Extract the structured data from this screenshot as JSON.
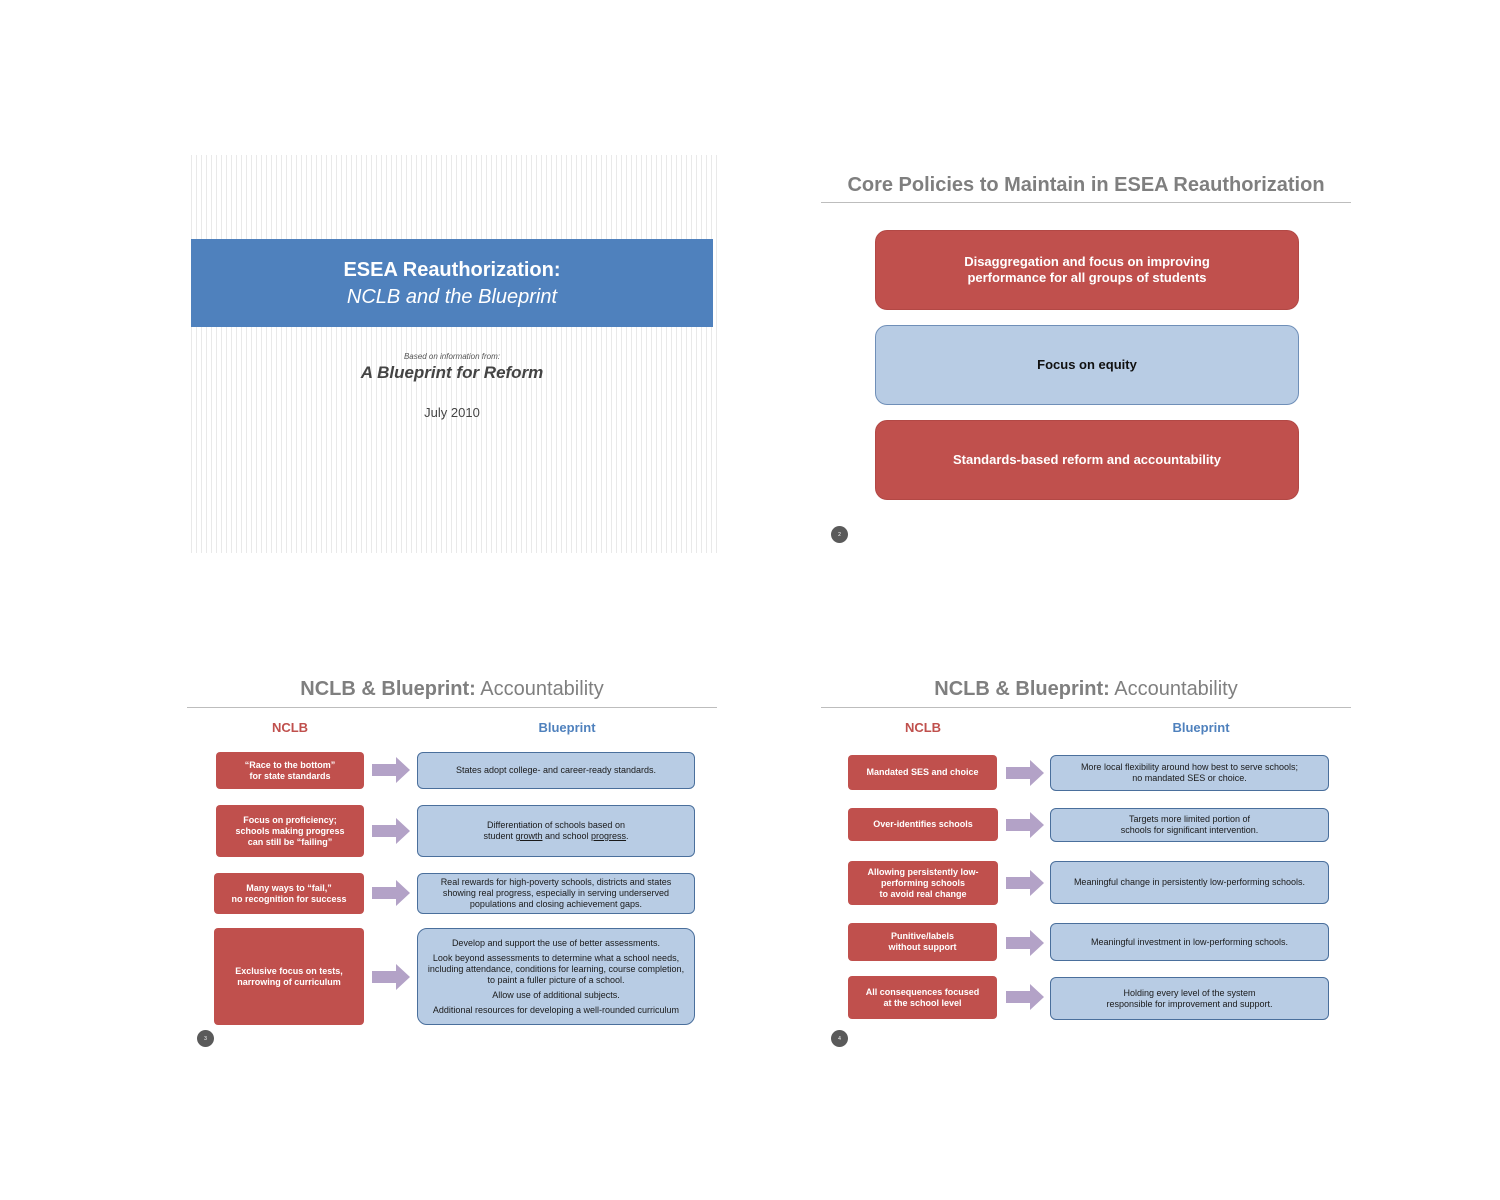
{
  "slide1": {
    "title": "ESEA Reauthorization:",
    "subtitle": "NCLB and the Blueprint",
    "based_on": "Based on information from:",
    "source": "A Blueprint for Reform",
    "date": "July 2010"
  },
  "slide2": {
    "title": "Core Policies to Maintain in ESEA Reauthorization",
    "boxes": [
      {
        "line1": "Disaggregation and focus on improving",
        "line2": "performance for all groups of students"
      },
      {
        "line1": "Focus on equity",
        "line2": ""
      },
      {
        "line1": "Standards-based reform and accountability",
        "line2": ""
      }
    ],
    "page_number": "2"
  },
  "slide3": {
    "title_bold": "NCLB & Blueprint:",
    "title_rest": " Accountability",
    "col_left": "NCLB",
    "col_right": "Blueprint",
    "rows": [
      {
        "left": [
          "“Race to the bottom”",
          "for state standards"
        ],
        "right": [
          "States adopt college- and career-ready standards."
        ]
      },
      {
        "left": [
          "Focus on proficiency;",
          "schools making progress",
          "can still be “failing”"
        ],
        "right_a": "Differentiation of schools based on",
        "right_b1": "student ",
        "right_u1": "growth",
        "right_b2": " and school ",
        "right_u2": "progress",
        "right_b3": "."
      },
      {
        "left": [
          "Many ways to “fail,”",
          "no recognition for success"
        ],
        "right": [
          "Real rewards for high-poverty schools, districts and states",
          "showing real progress, especially in serving underserved",
          "populations and closing achievement gaps."
        ]
      },
      {
        "left": [
          "Exclusive focus on tests,",
          "narrowing of curriculum"
        ],
        "right_paras": [
          "Develop and support the use of better assessments.",
          "Look beyond assessments to determine what a school needs, including attendance, conditions for learning, course completion, to paint a fuller picture of a school.",
          "Allow use of additional subjects.",
          "Additional resources for developing a well-rounded curriculum"
        ]
      }
    ],
    "page_number": "3"
  },
  "slide4": {
    "title_bold": "NCLB & Blueprint:",
    "title_rest": " Accountability",
    "col_left": "NCLB",
    "col_right": "Blueprint",
    "rows": [
      {
        "left": [
          "Mandated SES and choice"
        ],
        "right": [
          "More local flexibility around how best to serve schools;",
          "no mandated SES or choice."
        ]
      },
      {
        "left": [
          "Over-identifies schools"
        ],
        "right": [
          "Targets more limited portion of",
          "schools for significant intervention."
        ]
      },
      {
        "left": [
          "Allowing persistently low-",
          "performing schools",
          "to avoid real change"
        ],
        "right": [
          "Meaningful change in persistently low-performing schools."
        ]
      },
      {
        "left": [
          "Punitive/labels",
          "without support"
        ],
        "right": [
          "Meaningful investment in low-performing schools."
        ]
      },
      {
        "left": [
          "All consequences focused",
          "at the school level"
        ],
        "right": [
          "Holding every level of the system",
          "responsible for improvement and support."
        ]
      }
    ],
    "page_number": "4"
  },
  "colors": {
    "red": "#c0504d",
    "blue": "#4f81bd",
    "light_blue": "#b8cce4",
    "arrow": "#b3a2c7"
  }
}
